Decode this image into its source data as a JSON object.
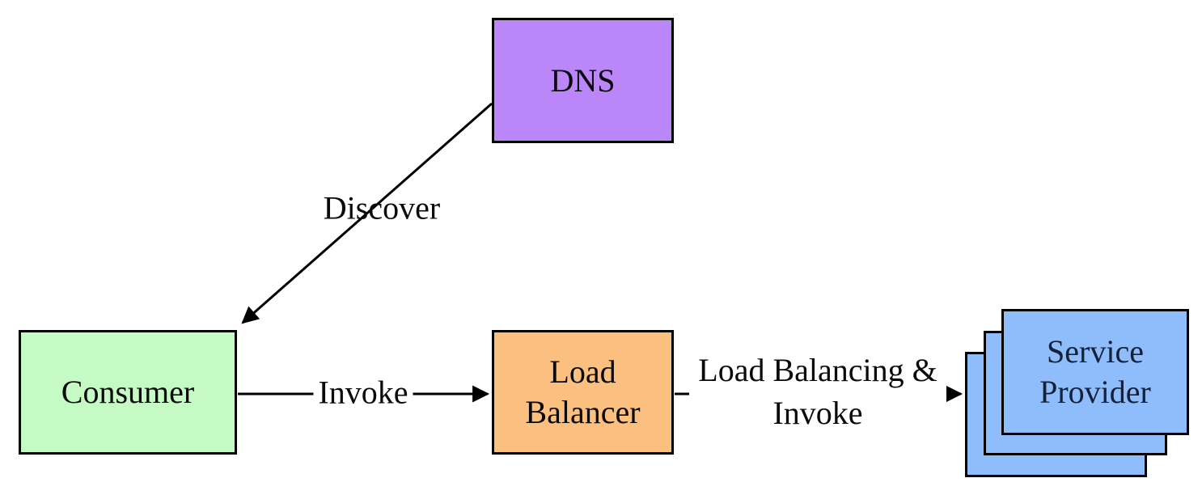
{
  "diagram": {
    "nodes": {
      "dns": {
        "label": "DNS",
        "fill": "#bb86f7"
      },
      "consumer": {
        "label": "Consumer",
        "fill": "#c5fac5"
      },
      "load_balancer": {
        "label": "Load Balancer",
        "fill": "#fbc080"
      },
      "service_provider": {
        "label": "Service Provider",
        "fill": "#8fbcfa",
        "stack_count": 3
      }
    },
    "edges": {
      "discover": {
        "label": "Discover",
        "from": "DNS",
        "to": "Consumer"
      },
      "invoke": {
        "label": "Invoke",
        "from": "Consumer",
        "to": "Load Balancer"
      },
      "load_balancing_invoke": {
        "label": "Load Balancing & Invoke",
        "from": "Load Balancer",
        "to": "Service Provider"
      }
    },
    "colors": {
      "background": "#ffffff",
      "node_border": "#000000",
      "edge_line": "#000000",
      "text": "#0a0a0a",
      "service_provider_text": "#14213a"
    }
  }
}
